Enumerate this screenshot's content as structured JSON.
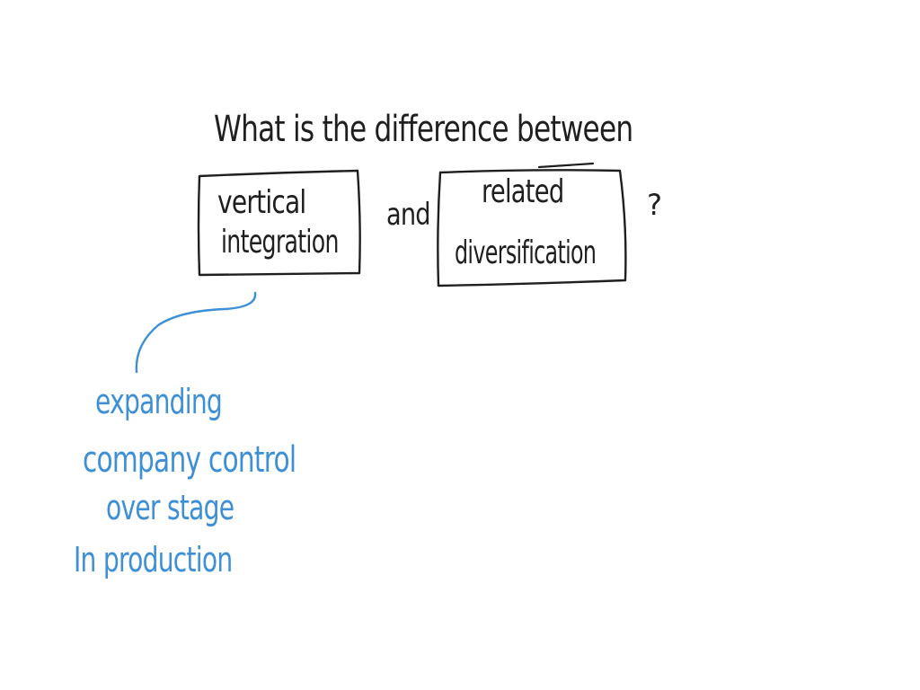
{
  "question": {
    "text": "What is the difference between",
    "term_left": [
      "vertical",
      "integration"
    ],
    "connector": "and",
    "term_right": [
      "related",
      "diversification"
    ],
    "question_mark": "?"
  },
  "annotation": {
    "lines": [
      "expanding",
      "company control",
      "over stage",
      "In production"
    ]
  },
  "colors": {
    "ink_black": "#1f1f1f",
    "ink_blue": "#3d8fd6",
    "background": "#ffffff"
  }
}
